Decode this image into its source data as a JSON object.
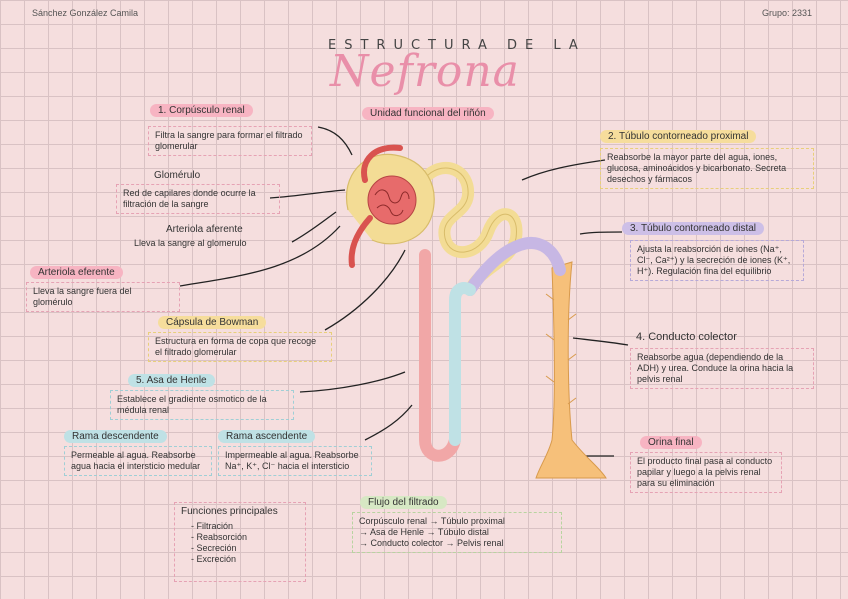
{
  "header": {
    "author": "Sánchez González Camila",
    "group": "Grupo: 2331"
  },
  "title": {
    "line1": "ESTRUCTURA DE LA",
    "script": "Nefrona",
    "subtitle": "Unidad funcional del riñón"
  },
  "labels": {
    "corpusculo": {
      "title": "1. Corpúsculo renal",
      "text": "Filtra la sangre para formar el filtrado glomerular"
    },
    "glomerulo": {
      "title": "Glomérulo",
      "text": "Red de capilares donde ocurre la filtración de la sangre"
    },
    "aferente": {
      "title": "Arteriola aferente",
      "text": "Lleva la sangre al glomerulo"
    },
    "eferente": {
      "title": "Arteriola eferente",
      "text": "Lleva la sangre fuera del glomérulo"
    },
    "bowman": {
      "title": "Cápsula de Bowman",
      "text": "Estructura en forma de copa que recoge el filtrado glomerular"
    },
    "henle": {
      "title": "5. Asa de Henle",
      "text": "Establece el gradiente osmotico de la médula renal"
    },
    "descendente": {
      "title": "Rama descendente",
      "text": "Permeable al agua. Reabsorbe agua hacia el intersticio medular"
    },
    "ascendente": {
      "title": "Rama ascendente",
      "text": "Impermeable al agua. Reabsorbe Na⁺, K⁺, Cl⁻ hacia el intersticio"
    },
    "proximal": {
      "title": "2. Túbulo contorneado proximal",
      "text": "Reabsorbe la mayor parte del agua, iones, glucosa, aminoácidos y bicarbonato. Secreta desechos y fármacos"
    },
    "distal": {
      "title": "3. Túbulo contorneado distal",
      "text": "Ajusta la reabsorción de iones (Na⁺, Cl⁻, Ca²⁺) y la secreción de iones (K⁺, H⁺). Regulación fina del equilibrio"
    },
    "colector": {
      "title": "4. Conducto colector",
      "text": "Reabsorbe agua (dependiendo de la ADH) y urea. Conduce la orina hacia la pelvis renal"
    },
    "orina": {
      "title": "Orina final",
      "text": "El producto final pasa al conducto papilar y luego a la pelvis renal para su eliminación"
    }
  },
  "funciones": {
    "title": "Funciones principales",
    "items": [
      "- Filtración",
      "- Reabsorción",
      "- Secreción",
      "- Excreción"
    ]
  },
  "flujo": {
    "title": "Flujo del filtrado",
    "lines": [
      "Corpúsculo renal → Túbulo proximal",
      "→ Asa de Henle → Túbulo distal",
      "→ Conducto colector → Pelvis renal"
    ]
  },
  "colors": {
    "pink": "#f7b4c2",
    "yellow": "#f6dd9c",
    "lavender": "#cdbfe7",
    "blue": "#bfe1e5",
    "green": "#d7e8c4",
    "script": "#e98fa9",
    "artery": "#d9534f"
  }
}
